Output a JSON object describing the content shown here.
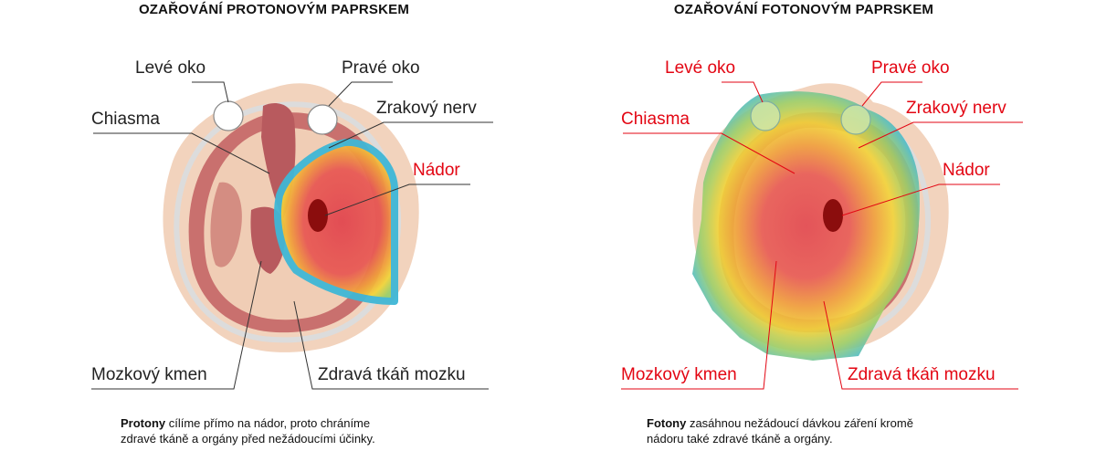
{
  "left_panel": {
    "title": "OZAŘOVÁNÍ PROTONOVÝM PAPRSKEM",
    "labels": {
      "leve_oko": "Levé oko",
      "prave_oko": "Pravé oko",
      "chiasma": "Chiasma",
      "zrakovy_nerv": "Zrakový nerv",
      "nador": "Nádor",
      "mozkovy_kmen": "Mozkový kmen",
      "zdrava_tkan": "Zdravá tkáň mozku"
    },
    "caption_bold": "Protony",
    "caption_line1": " cílíme přímo na nádor, proto chráníme",
    "caption_line2": "zdravé tkáně a orgány před nežádoucími účinky."
  },
  "right_panel": {
    "title": "OZAŘOVÁNÍ FOTONOVÝM PAPRSKEM",
    "labels": {
      "leve_oko": "Levé oko",
      "prave_oko": "Pravé oko",
      "chiasma": "Chiasma",
      "zrakovy_nerv": "Zrakový nerv",
      "nador": "Nádor",
      "mozkovy_kmen": "Mozkový kmen",
      "zdrava_tkan": "Zdravá tkáň mozku"
    },
    "caption_bold": "Fotony",
    "caption_line1": " zasáhnou nežádoucí dávkou záření kromě",
    "caption_line2": "nádoru také zdravé tkáně a orgány."
  },
  "colors": {
    "label_dark": "#222222",
    "label_red": "#e30613",
    "skin": "#f2d3bd",
    "brain": "#e9b9a3",
    "brain_dark": "#c9706e",
    "tumor": "#8b0d0d",
    "dose_red": "#e2474f",
    "dose_orange": "#f0a03c",
    "dose_yellow": "#f2d43a",
    "dose_green": "#9bcf6a",
    "dose_blue": "#3fb7d6"
  }
}
